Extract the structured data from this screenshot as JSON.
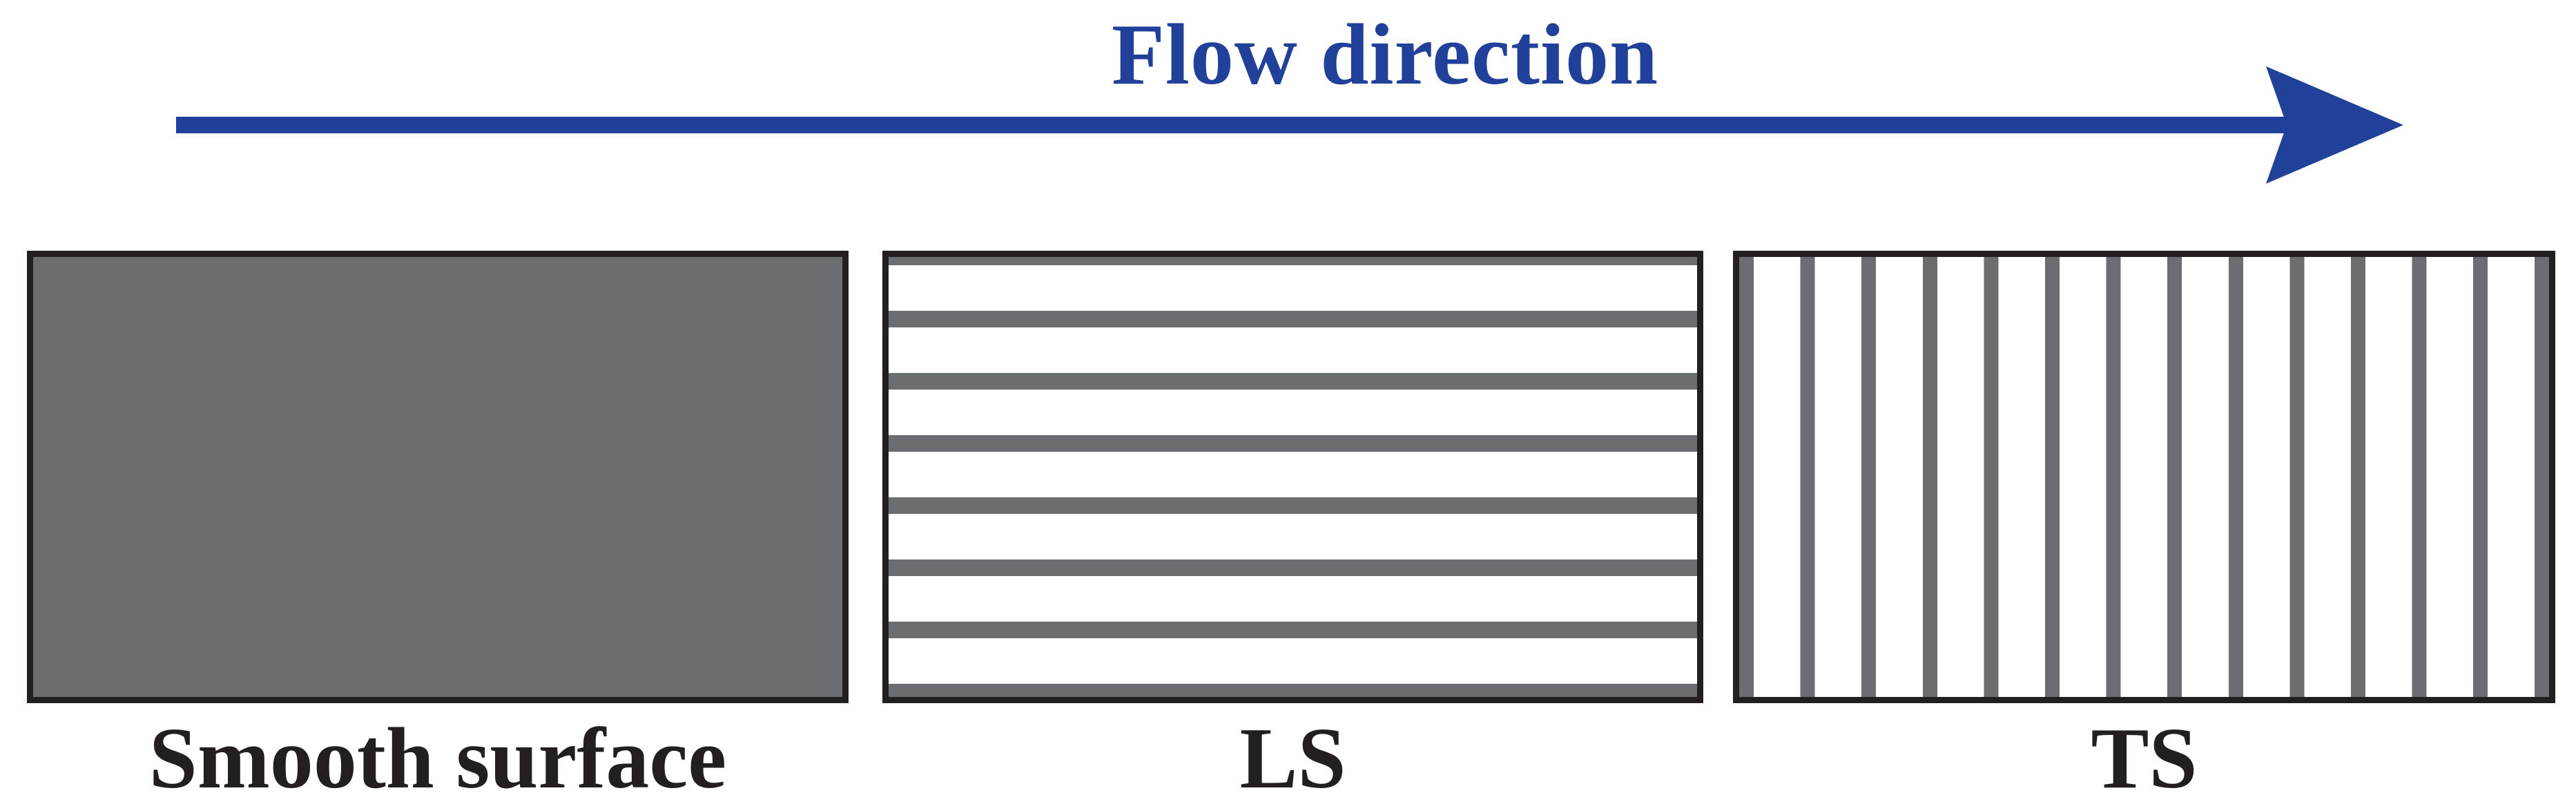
{
  "figure": {
    "title": "Flow direction"
  },
  "arrow": {
    "icon": "right-arrow",
    "direction": "left-to-right"
  },
  "colors": {
    "accent_blue": "#21409a",
    "surface_gray": "#6c6d71",
    "outline_black": "#231f20",
    "background": "#ffffff"
  },
  "panels": [
    {
      "id": "smooth",
      "label": "Smooth surface",
      "pattern": "solid"
    },
    {
      "id": "ls",
      "label": "LS",
      "pattern": "horizontal-stripes",
      "stripe_count": 8
    },
    {
      "id": "ts",
      "label": "TS",
      "pattern": "vertical-stripes",
      "stripe_count": 14
    }
  ]
}
